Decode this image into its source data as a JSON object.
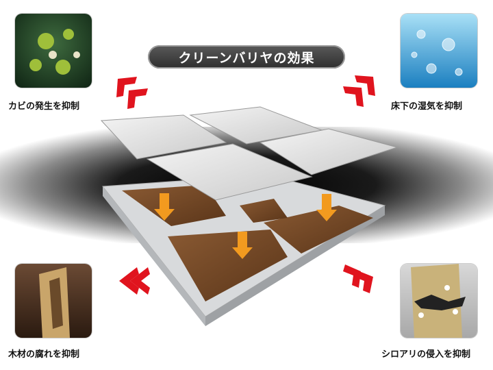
{
  "title": "クリーンバリヤの効果",
  "effects": [
    {
      "label": "カビの発生を抑制",
      "icon": "mold-icon"
    },
    {
      "label": "床下の湿気を抑制",
      "icon": "water-droplets-icon"
    },
    {
      "label": "木材の腐れを抑制",
      "icon": "rotten-wood-icon"
    },
    {
      "label": "シロアリの侵入を抑制",
      "icon": "termite-icon"
    }
  ],
  "colors": {
    "arrow_red": "#e0141e",
    "arrow_orange": "#f29a1f",
    "soil": "#6b4226"
  }
}
